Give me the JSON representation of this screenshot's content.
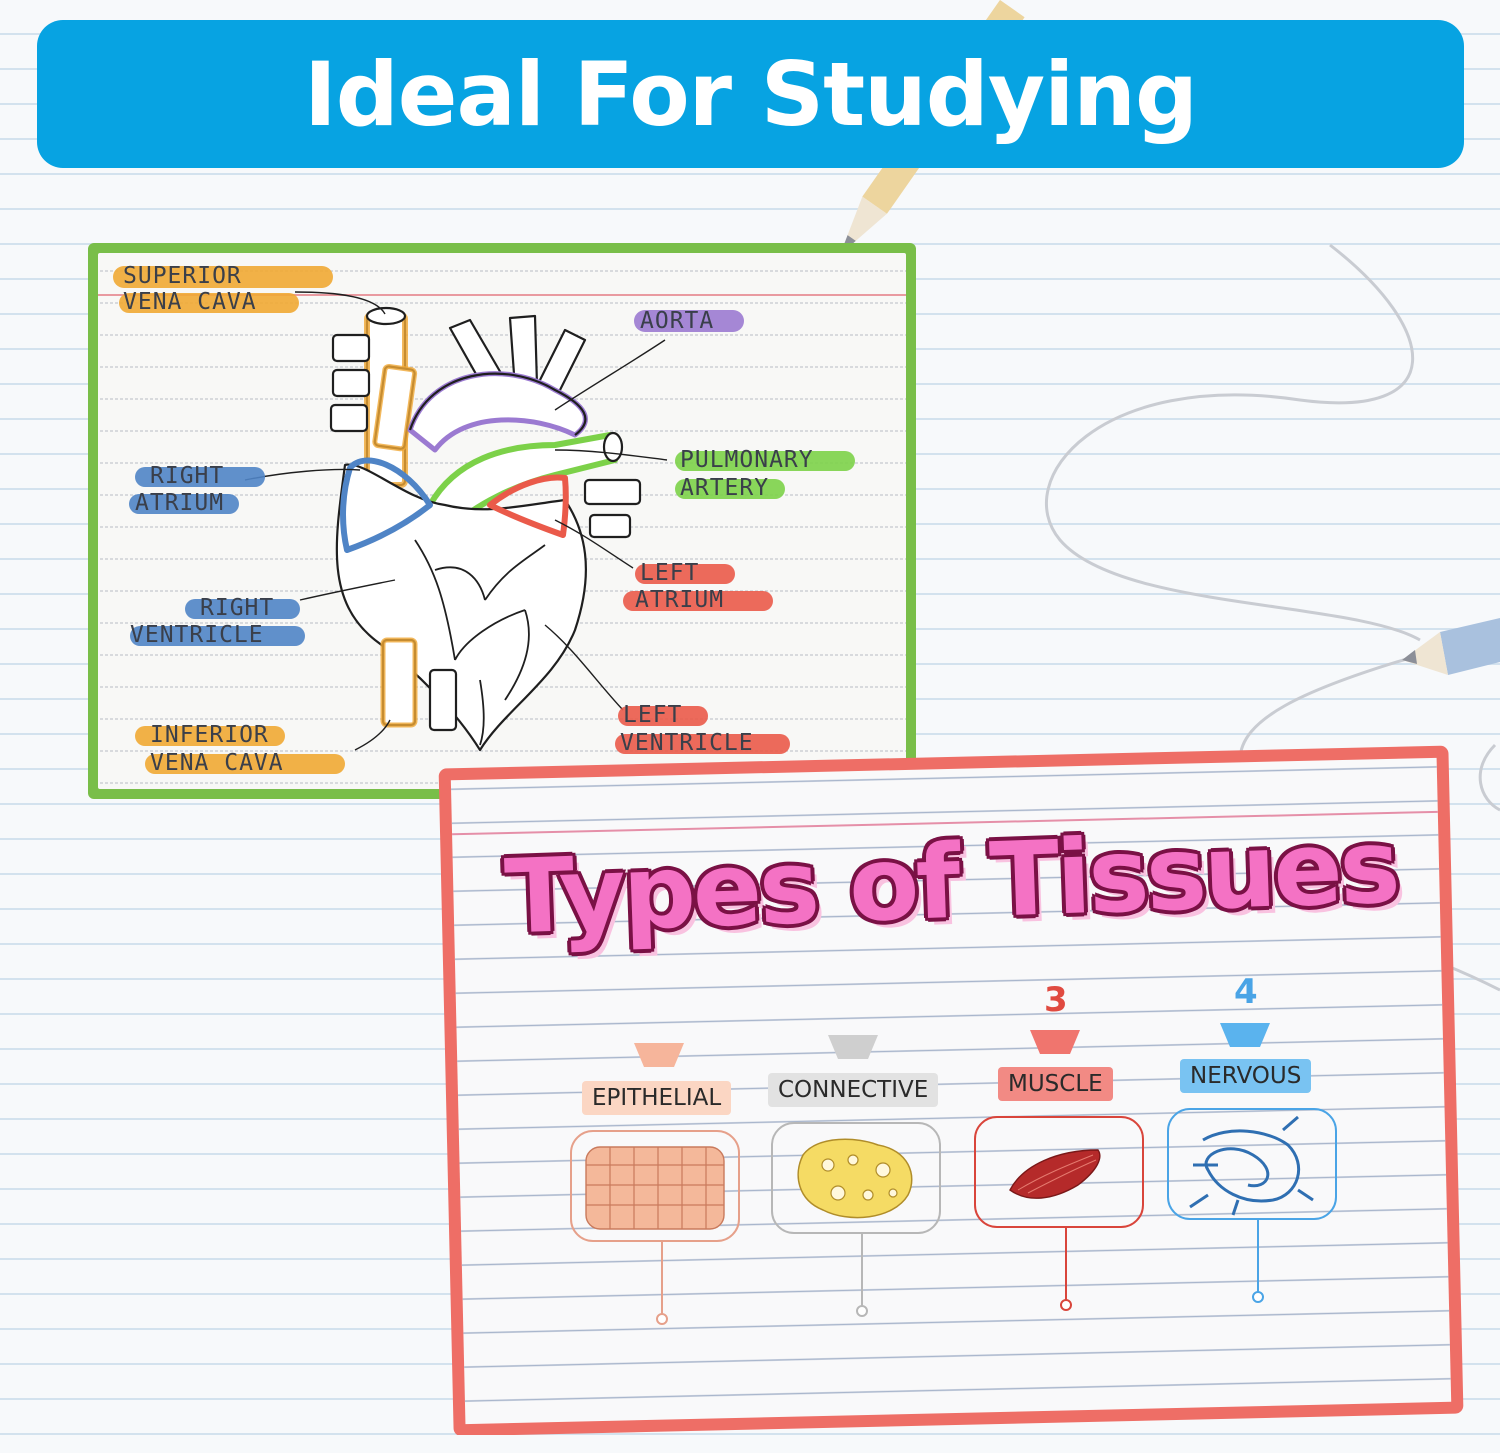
{
  "banner": {
    "title": "Ideal For Studying",
    "color": "#07a3e2"
  },
  "heart_card": {
    "border_color": "#79be49",
    "labels": {
      "superior_vena_cava_1": "SUPERIOR",
      "superior_vena_cava_2": "VENA CAVA",
      "aorta": "AORTA",
      "right_atrium_1": "RIGHT",
      "right_atrium_2": "ATRIUM",
      "pulmonary_artery_1": "PULMONARY",
      "pulmonary_artery_2": "ARTERY",
      "right_ventricle_1": "RIGHT",
      "right_ventricle_2": "VENTRICLE",
      "left_atrium_1": "LEFT",
      "left_atrium_2": "ATRIUM",
      "left_ventricle_1": "LEFT",
      "left_ventricle_2": "VENTRICLE",
      "inferior_vena_cava_1": "INFERIOR",
      "inferior_vena_cava_2": "VENA CAVA"
    },
    "colors": {
      "orange": "#f0a834",
      "purple": "#9b7ad1",
      "blue": "#4f84c6",
      "green": "#7cd149",
      "red": "#ea5a4a"
    }
  },
  "tissue_card": {
    "border_color": "#ee6e66",
    "title": "Types of Tissues",
    "items": [
      {
        "label": "EPITHELIAL",
        "number": "",
        "color": "#f6b59b"
      },
      {
        "label": "CONNECTIVE",
        "number": "",
        "color": "#cfcfcf"
      },
      {
        "label": "MUSCLE",
        "number": "3",
        "color": "#f0756e"
      },
      {
        "label": "NERVOUS",
        "number": "4",
        "color": "#5ab3ee"
      }
    ]
  }
}
